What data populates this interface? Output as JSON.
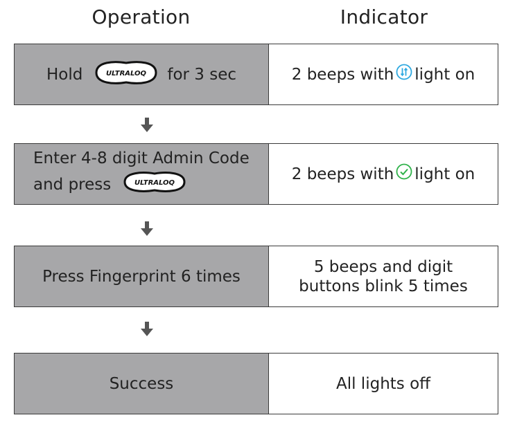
{
  "headers": {
    "operation": "Operation",
    "indicator": "Indicator"
  },
  "steps": [
    {
      "op_pre": "Hold",
      "op_post": "for 3 sec",
      "ind_pre": "2 beeps with",
      "ind_post": "light on"
    },
    {
      "op_line1": "Enter 4-8 digit Admin Code",
      "op_line2": "and press",
      "ind_pre": "2 beeps with",
      "ind_post": "light on"
    },
    {
      "op": "Press Fingerprint 6 times",
      "ind_line1": "5 beeps and digit",
      "ind_line2": "buttons blink 5 times"
    },
    {
      "op": "Success",
      "ind": "All lights off"
    }
  ],
  "button_logo_text": "ULTRALOQ",
  "icons": {
    "button": "ultraloq-button-icon",
    "blue_light": "swap-arrows-icon",
    "green_light": "check-circle-icon",
    "arrow": "arrow-down-icon"
  },
  "colors": {
    "operation_fill": "#a7a7a9",
    "blue_icon": "#2fa9e0",
    "green_icon": "#2fb24a",
    "arrow": "#555555"
  }
}
